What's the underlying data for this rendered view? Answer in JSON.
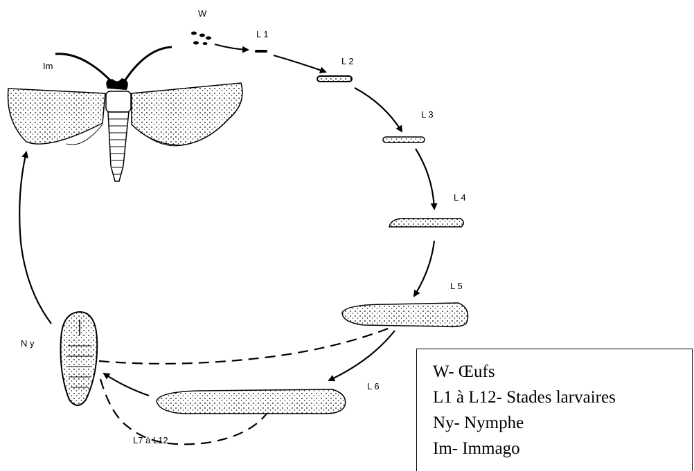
{
  "diagram": {
    "stage_labels": {
      "eggs": "W",
      "l1": "L 1",
      "l2": "L 2",
      "l3": "L 3",
      "l4": "L 4",
      "l5": "L 5",
      "l6": "L 6",
      "l7_l12": "L7 à L12",
      "nymph": "N y",
      "imago": "Im"
    },
    "legend": {
      "items": [
        "W- Œufs",
        "L1 à L12- Stades larvaires",
        "Ny- Nymphe",
        "Im- Immago"
      ]
    }
  }
}
